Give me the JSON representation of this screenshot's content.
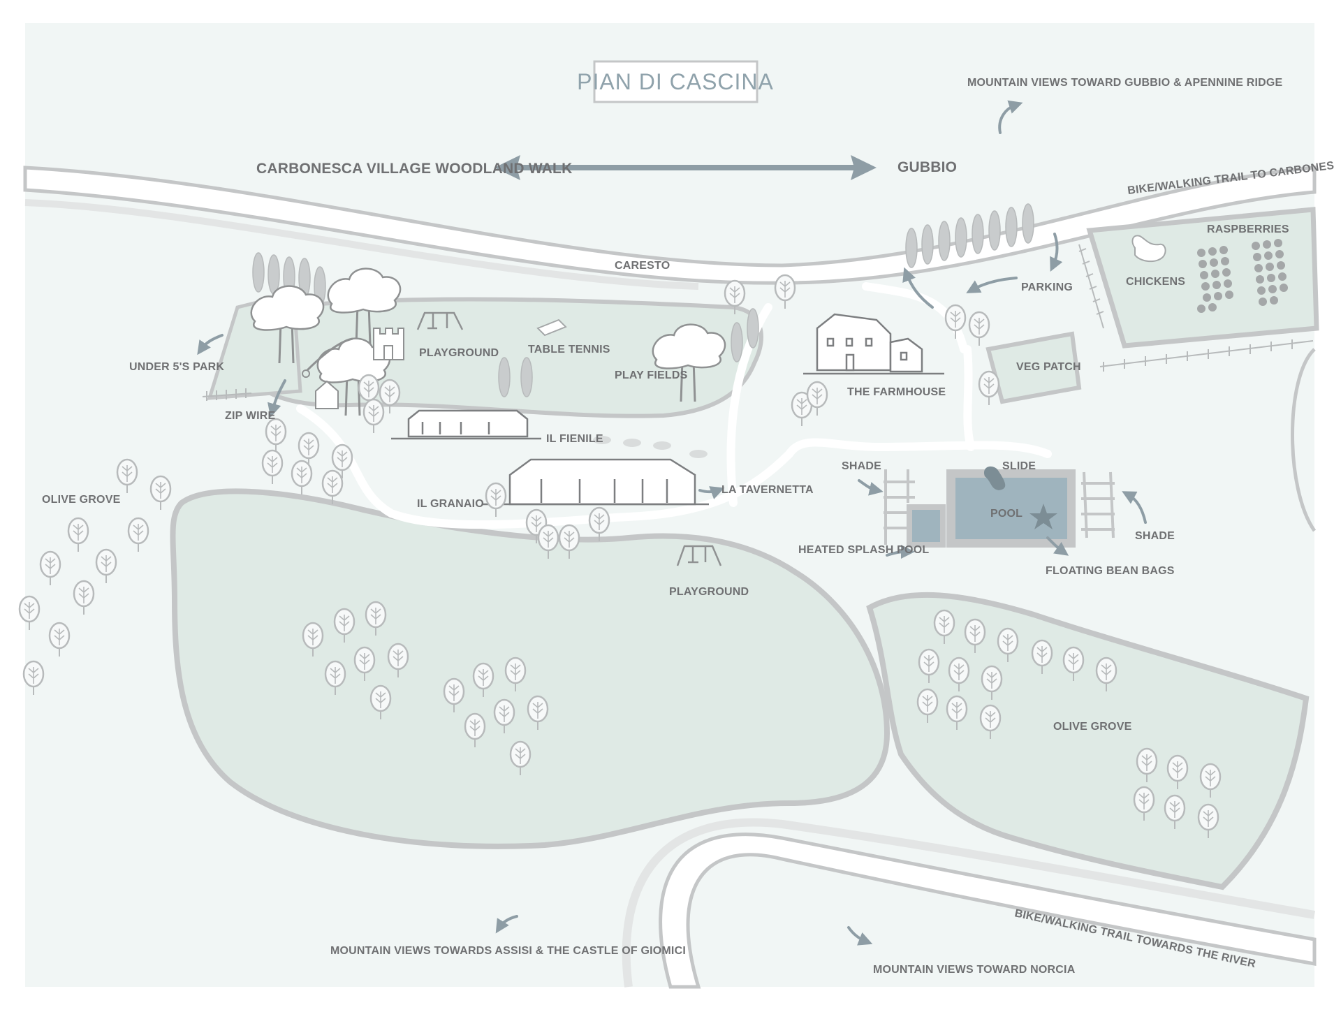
{
  "map": {
    "title": "PIAN DI CASCINA",
    "colors": {
      "background": "#f1f6f5",
      "field": "#dfeae5",
      "outline": "#c4c6c7",
      "road": "#ffffff",
      "text": "#6f7072",
      "title": "#8fa2ab",
      "pool": "#9fb4be",
      "arrow": "#8e9da5"
    },
    "labels": {
      "mountain_gubbio": "MOUNTAIN VIEWS TOWARD GUBBIO & APENNINE RIDGE",
      "woodland_walk": "CARBONESCA VILLAGE WOODLAND WALK",
      "gubbio": "GUBBIO",
      "trail_carbonesca": "BIKE/WALKING TRAIL TO CARBONESCA",
      "caresto": "CARESTO",
      "raspberries": "RASPBERRIES",
      "chickens": "CHICKENS",
      "parking": "PARKING",
      "under5_park": "UNDER 5'S PARK",
      "playground_top": "PLAYGROUND",
      "table_tennis": "TABLE TENNIS",
      "play_fields": "PLAY FIELDS",
      "farmhouse": "THE FARMHOUSE",
      "veg_patch": "VEG PATCH",
      "zip_wire": "ZIP WIRE",
      "il_fienile": "IL FIENILE",
      "il_granaio": "IL GRANAIO",
      "la_tavernetta": "LA TAVERNETTA",
      "shade_left": "SHADE",
      "slide": "SLIDE",
      "pool": "POOL",
      "shade_right": "SHADE",
      "heated_splash_pool": "HEATED SPLASH POOL",
      "floating_bean_bags": "FLOATING BEAN BAGS",
      "olive_grove_left": "OLIVE GROVE",
      "playground_bottom": "PLAYGROUND",
      "olive_grove_right": "OLIVE GROVE",
      "mountain_assisi": "MOUNTAIN VIEWS TOWARDS ASSISI & THE CASTLE OF GIOMICI",
      "trail_river": "BIKE/WALKING TRAIL TOWARDS THE RIVER",
      "mountain_norcia": "MOUNTAIN VIEWS TOWARD NORCIA"
    }
  }
}
